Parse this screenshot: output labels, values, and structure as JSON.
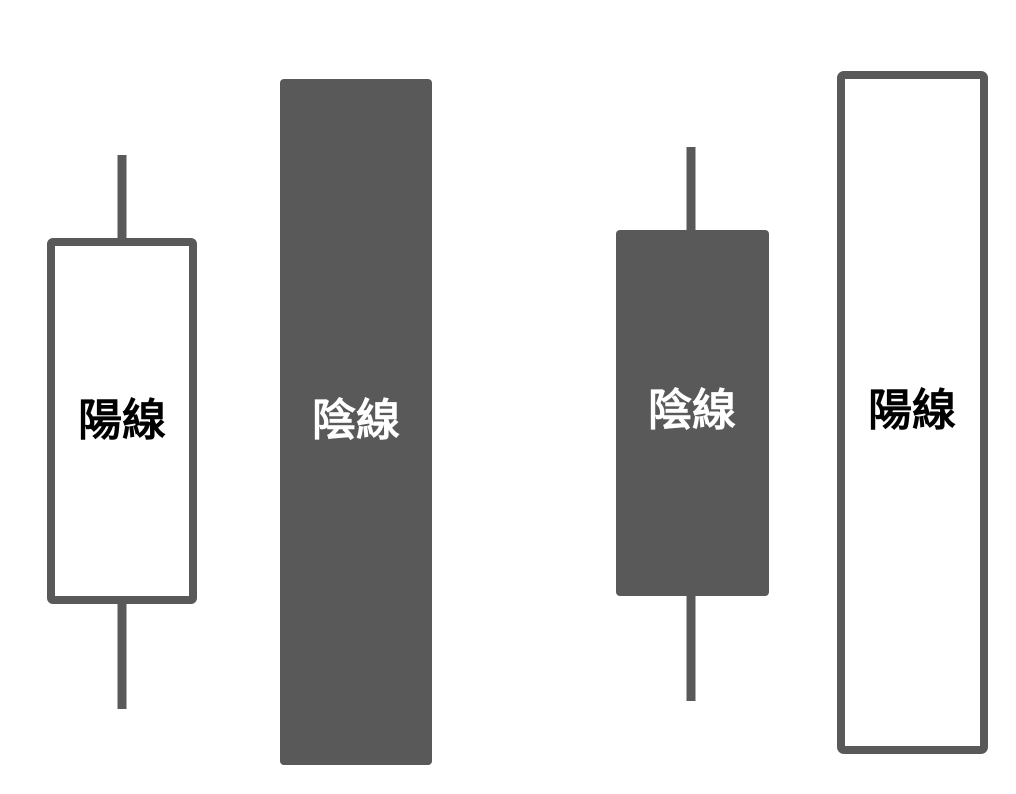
{
  "colors": {
    "dark": "#595959",
    "light": "#ffffff",
    "background": "#ffffff"
  },
  "candles": [
    {
      "label": "陽線",
      "style": "hollow",
      "wicks": "both"
    },
    {
      "label": "陰線",
      "style": "filled",
      "wicks": "none"
    },
    {
      "label": "陰線",
      "style": "filled",
      "wicks": "both"
    },
    {
      "label": "陽線",
      "style": "hollow",
      "wicks": "none"
    }
  ]
}
